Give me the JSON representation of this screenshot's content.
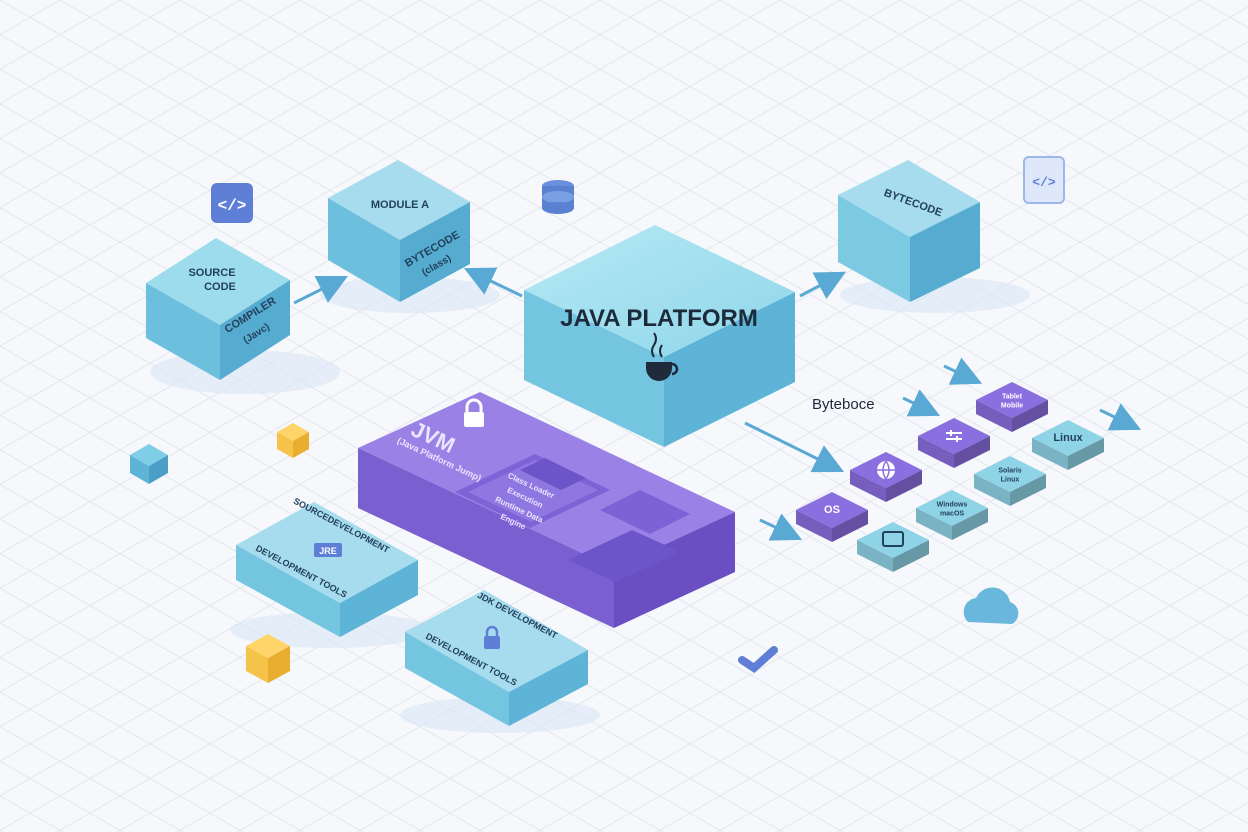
{
  "diagram": {
    "central": {
      "title": "JAVA PLATFORM",
      "icon": "coffee-cup-icon"
    },
    "source_block": {
      "line1": "SOURCE",
      "line2": "CODE",
      "line3": "COMPILER",
      "line4": "(Javc)"
    },
    "module_block": {
      "line1": "MODULE A",
      "line2": "BYTECODE",
      "line3": "(class)"
    },
    "bytecode_block": {
      "line1": "BYTECODE"
    },
    "jvm_block": {
      "title": "JVM",
      "subtitle": "(Java Platform Jump)",
      "panel_line1": "Class Loader",
      "panel_line2": "Execution",
      "panel_line3": "Runtime Data",
      "panel_line4": "Engine"
    },
    "dev_tools_left": {
      "line1": "SOURCEDEVELOPMENT",
      "badge": "JRE",
      "line2": "DEVELOPMENT TOOLS"
    },
    "dev_tools_right": {
      "line1": "JDK DEVELOPMENT",
      "line2": "DEVELOPMENT TOOLS"
    },
    "floating_label": "Byteboce",
    "tiles": [
      {
        "label": "OS",
        "color": "#8a6fe0",
        "text_color": "#ffffff"
      },
      {
        "label": "",
        "icon": "tablet-icon",
        "color": "#8fd3e6",
        "text_color": "#23415c"
      },
      {
        "label": "Windows macOS",
        "color": "#8fd3e6",
        "text_color": "#23415c"
      },
      {
        "label": "",
        "icon": "globe-icon",
        "color": "#8a6fe0",
        "text_color": "#ffffff"
      },
      {
        "label": "Solaris Linux",
        "color": "#8fd3e6",
        "text_color": "#23415c"
      },
      {
        "label": "",
        "icon": "sliders-icon",
        "color": "#8a6fe0",
        "text_color": "#ffffff"
      },
      {
        "label": "Linux",
        "color": "#8fd3e6",
        "text_color": "#23415c"
      },
      {
        "label": "Tablet Mobile",
        "color": "#8a6fe0",
        "text_color": "#ffffff"
      }
    ],
    "colors": {
      "teal_top": "#a6e0ee",
      "teal_left": "#6fc0dc",
      "teal_right": "#56acd0",
      "purple_top": "#9b82e6",
      "purple_left": "#7a5fd0",
      "purple_right": "#6a4fc2",
      "accent_yellow": "#f6c34a",
      "grid": "#e6e9ef",
      "arrow": "#5aa9d4"
    }
  }
}
